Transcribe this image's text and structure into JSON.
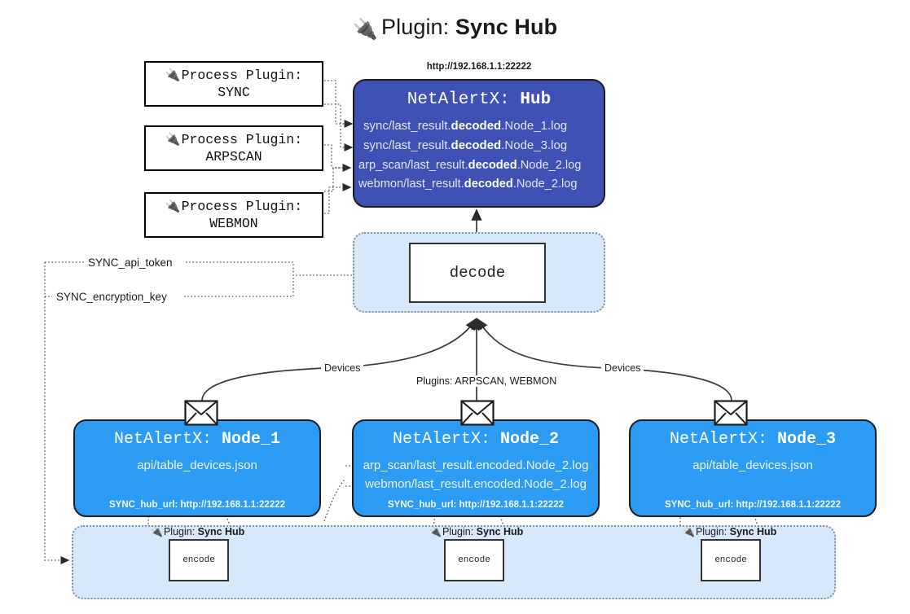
{
  "title": {
    "icon": "plug-icon",
    "prefix": "Plugin:",
    "name": "Sync Hub"
  },
  "process_plugins": [
    {
      "icon": "plug-icon",
      "line1": "Process Plugin:",
      "line2": "SYNC"
    },
    {
      "icon": "plug-icon",
      "line1": "Process Plugin:",
      "line2": "ARPSCAN"
    },
    {
      "icon": "plug-icon",
      "line1": "Process Plugin:",
      "line2": "WEBMON"
    }
  ],
  "hub": {
    "url": "http://192.168.1.1:22222",
    "title_prefix": "NetAlertX:",
    "title_name": "Hub",
    "color": "#3f51b5",
    "rows": [
      {
        "pre": "sync/last_result.",
        "mid": "decoded",
        "post": ".Node_1.log"
      },
      {
        "pre": "sync/last_result.",
        "mid": "decoded",
        "post": ".Node_3.log"
      },
      {
        "pre": "arp_scan/last_result.",
        "mid": "decoded",
        "post": ".Node_2.log"
      },
      {
        "pre": "webmon/last_result.",
        "mid": "decoded",
        "post": ".Node_2.log"
      }
    ]
  },
  "decode": {
    "label": "decode",
    "band_color": "#d6e8fa"
  },
  "tokens": {
    "api_token": "SYNC_api_token",
    "encryption_key": "SYNC_encryption_key"
  },
  "edges": {
    "devices_left": "Devices",
    "devices_right": "Devices",
    "plugins_center": "Plugins: ARPSCAN, WEBMON"
  },
  "nodes": [
    {
      "title_prefix": "NetAlertX:",
      "title_name": "Node_1",
      "color": "#2b9bf4",
      "lines": [
        "api/table_devices.json"
      ],
      "footer": "SYNC_hub_url: http://192.168.1.1:22222",
      "icon": "envelope-icon"
    },
    {
      "title_prefix": "NetAlertX:",
      "title_name": "Node_2",
      "color": "#2b9bf4",
      "lines": [
        "arp_scan/last_result.encoded.Node_2.log",
        "webmon/last_result.encoded.Node_2.log"
      ],
      "footer": "SYNC_hub_url: http://192.168.1.1:22222",
      "icon": "envelope-icon"
    },
    {
      "title_prefix": "NetAlertX:",
      "title_name": "Node_3",
      "color": "#2b9bf4",
      "lines": [
        "api/table_devices.json"
      ],
      "footer": "SYNC_hub_url: http://192.168.1.1:22222",
      "icon": "envelope-icon"
    }
  ],
  "encoders": [
    {
      "plugin_prefix": "Plugin:",
      "plugin_name": "Sync Hub",
      "label": "encode",
      "icon": "plug-icon"
    },
    {
      "plugin_prefix": "Plugin:",
      "plugin_name": "Sync Hub",
      "label": "encode",
      "icon": "plug-icon"
    },
    {
      "plugin_prefix": "Plugin:",
      "plugin_name": "Sync Hub",
      "label": "encode",
      "icon": "plug-icon"
    }
  ]
}
